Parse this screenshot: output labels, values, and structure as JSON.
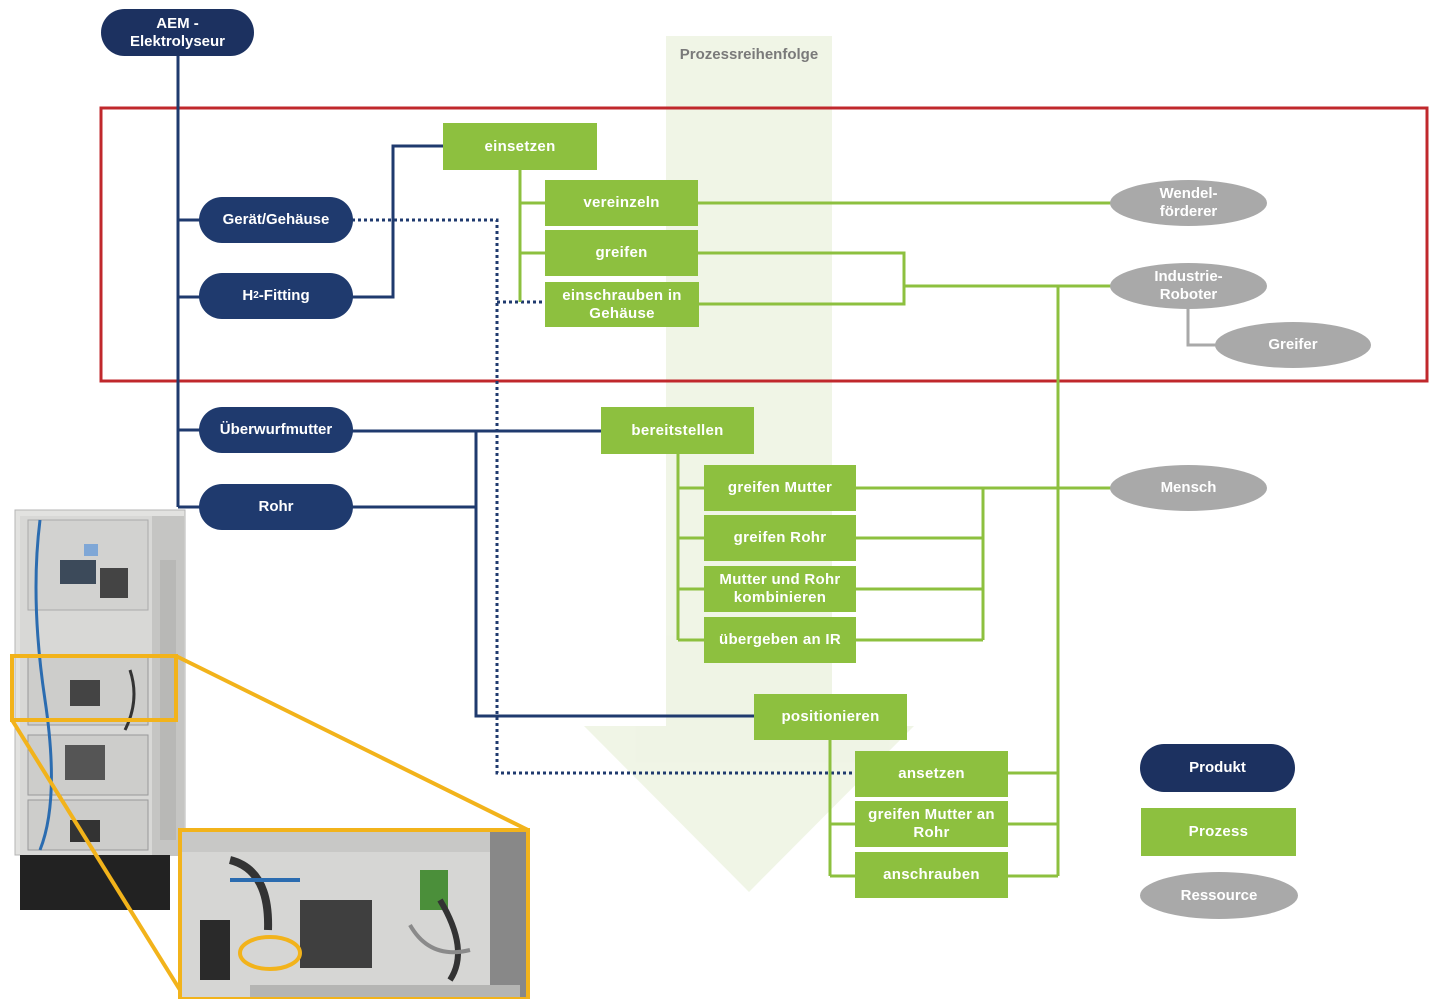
{
  "process_arrow": {
    "label": "Prozessreihenfolge"
  },
  "products": {
    "top": "AEM -\nElektrolyseur",
    "geraet": "Gerät/Gehäuse",
    "h2_fitting_main": "H",
    "h2_fitting_sub": "2",
    "h2_fitting_rest": "-Fitting",
    "ueberwurfmutter": "Überwurfmutter",
    "rohr": "Rohr"
  },
  "processes": {
    "einsetzen": "einsetzen",
    "vereinzeln": "vereinzeln",
    "greifen": "greifen",
    "einschrauben": "einschrauben in\nGehäuse",
    "bereitstellen": "bereitstellen",
    "greifen_mutter": "greifen Mutter",
    "greifen_rohr": "greifen Rohr",
    "mutter_rohr": "Mutter und Rohr\nkombinieren",
    "uebergeben": "übergeben an IR",
    "positionieren": "positionieren",
    "ansetzen": "ansetzen",
    "greifen_mutter_rohr": "greifen Mutter an\nRohr",
    "anschrauben": "anschrauben"
  },
  "resources": {
    "wendel": "Wendel-\nförderer",
    "industrie": "Industrie-\nRoboter",
    "greifer": "Greifer",
    "mensch": "Mensch"
  },
  "legend": {
    "produkt": "Produkt",
    "prozess": "Prozess",
    "ressource": "Ressource"
  },
  "colors": {
    "product": "#1f3a6e",
    "process": "#8dc03f",
    "resource": "#a9a9a9",
    "highlight_frame": "#c0282c",
    "photo_frame": "#f2b31b"
  }
}
